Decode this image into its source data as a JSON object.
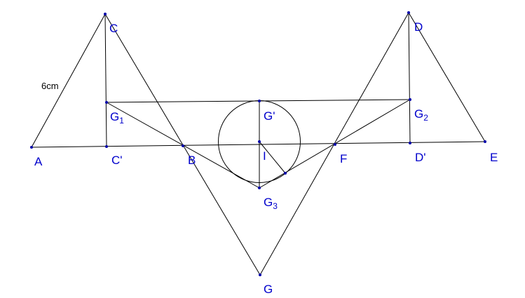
{
  "measure": "6cm",
  "labels": {
    "A": {
      "base": "A",
      "sub": ""
    },
    "C": {
      "base": "C",
      "sub": ""
    },
    "Cp": {
      "base": "C'",
      "sub": ""
    },
    "B": {
      "base": "B",
      "sub": ""
    },
    "G1": {
      "base": "G",
      "sub": "1"
    },
    "Gp": {
      "base": "G'",
      "sub": ""
    },
    "I": {
      "base": "I",
      "sub": ""
    },
    "G3": {
      "base": "G",
      "sub": "3"
    },
    "G": {
      "base": "G",
      "sub": ""
    },
    "F": {
      "base": "F",
      "sub": ""
    },
    "D": {
      "base": "D",
      "sub": ""
    },
    "Dp": {
      "base": "D'",
      "sub": ""
    },
    "E": {
      "base": "E",
      "sub": ""
    },
    "G2": {
      "base": "G",
      "sub": "2"
    }
  },
  "colors": {
    "point": "#0000aa",
    "label": "#0000cc",
    "line": "#000000"
  }
}
